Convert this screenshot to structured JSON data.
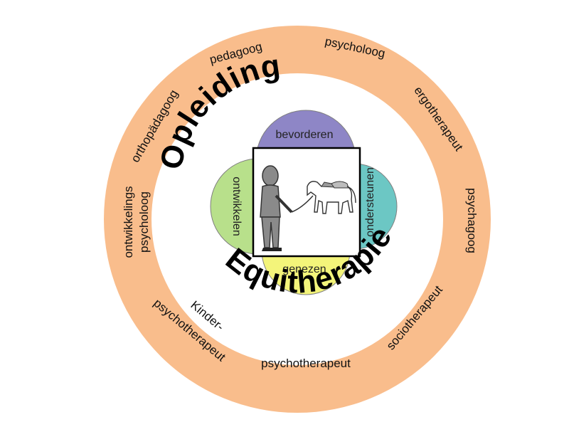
{
  "colors": {
    "outer_ring": "#f9bd8c",
    "inner_disc": "#ffffff",
    "petal_top": "#8e86c6",
    "petal_right": "#6cc7c4",
    "petal_bottom": "#f3f47a",
    "petal_left": "#b8e08b",
    "petal_stroke": "#7f7f7f",
    "figure": "#7f7f7f"
  },
  "titles": {
    "top_arc": "Opleiding",
    "bottom_arc": "Equitherapie"
  },
  "petals": {
    "top": "bevorderen",
    "right": "ondersteunen",
    "bottom": "genezen",
    "left": "ontwikkelen"
  },
  "professions": {
    "pedagoog": "pedagoog",
    "psycholoog": "psycholoog",
    "ergotherapeut": "ergotherapeut",
    "psychagoog": "psychagoog",
    "sociotherapeut": "sociotherapeut",
    "psychotherapeut": "psychotherapeut",
    "kinder_line1": "Kinder-",
    "kinder_line2": "psychotherapeut",
    "ontwikkelings_line1": "ontwikkelings",
    "ontwikkelings_line2": "psycholoog",
    "orthopadagoog": "orthopädagoog"
  },
  "center_image": {
    "icon": "person-leading-horse-icon"
  }
}
